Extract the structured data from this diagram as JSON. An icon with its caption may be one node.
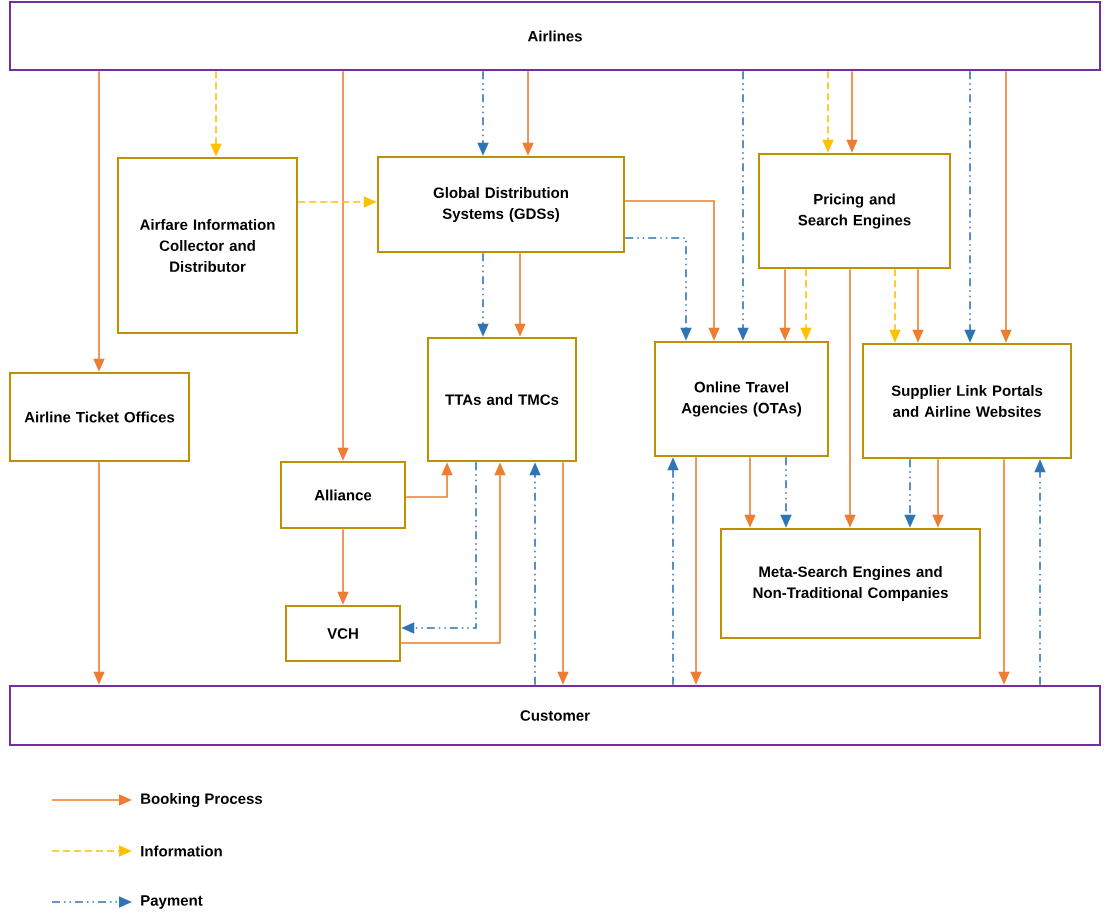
{
  "diagram": {
    "nodes": [
      {
        "text": [
          "Airlines"
        ]
      },
      {
        "text": [
          "Airfare Information Collector and Distributor"
        ]
      },
      {
        "text": [
          "Global Distribution Systems (GDSs)"
        ]
      },
      {
        "text": [
          "Pricing and Search Engines"
        ]
      },
      {
        "text": [
          "Airline Ticket Offices"
        ]
      },
      {
        "text": [
          "TTAs and TMCs"
        ]
      },
      {
        "text": [
          "Online Travel Agencies (OTAs)"
        ]
      },
      {
        "text": [
          "Supplier Link Portals and Airline Websites"
        ]
      },
      {
        "text": [
          "Alliance"
        ]
      },
      {
        "text": [
          "VCH"
        ]
      },
      {
        "text": [
          "Meta-Search Engines and Non-Traditional Companies"
        ]
      },
      {
        "text": [
          "Customer"
        ]
      }
    ],
    "edges": [
      {
        "from": 0,
        "to": 4,
        "arrow": "to"
      },
      {
        "from": 0,
        "to": 8,
        "arrow": "to"
      },
      {
        "from": 0,
        "to": 2,
        "arrow": "to"
      },
      {
        "from": 0,
        "to": 3,
        "arrow": "to"
      },
      {
        "from": 0,
        "to": 7,
        "arrow": "to"
      },
      {
        "from": 2,
        "to": 5,
        "arrow": "to"
      },
      {
        "from": 2,
        "to": 6,
        "arrow": "to"
      },
      {
        "from": 3,
        "to": 6,
        "arrow": "to"
      },
      {
        "from": 3,
        "to": 7,
        "arrow": "to"
      },
      {
        "from": 3,
        "to": 10,
        "arrow": "to"
      },
      {
        "from": 6,
        "to": 10,
        "arrow": "to"
      },
      {
        "from": 7,
        "to": 10,
        "arrow": "to"
      },
      {
        "from": 8,
        "to": 5,
        "arrow": "to"
      },
      {
        "from": 8,
        "to": 9,
        "arrow": "to"
      },
      {
        "from": 9,
        "to": 5,
        "arrow": "to"
      },
      {
        "from": 4,
        "to": 11,
        "arrow": "to"
      },
      {
        "from": 5,
        "to": 11,
        "arrow": "to"
      },
      {
        "from": 6,
        "to": 11,
        "arrow": "to"
      },
      {
        "from": 7,
        "to": 11,
        "arrow": "to"
      },
      {
        "from": 0,
        "to": 1,
        "arrow": "to",
        "style": "dashed",
        "color": "#ffc000"
      },
      {
        "from": 1,
        "to": 2,
        "arrow": "to",
        "style": "dashed",
        "color": "#ffc000"
      },
      {
        "from": 0,
        "to": 3,
        "arrow": "to",
        "style": "dashed",
        "color": "#ffc000"
      },
      {
        "from": 3,
        "to": 6,
        "arrow": "to",
        "style": "dashed",
        "color": "#ffc000"
      },
      {
        "from": 3,
        "to": 7,
        "arrow": "to",
        "style": "dashed",
        "color": "#ffc000"
      },
      {
        "from": 0,
        "to": 2,
        "arrow": "to",
        "style": "dashed",
        "color": "#2e75b6"
      },
      {
        "from": 0,
        "to": 6,
        "arrow": "to",
        "style": "dashed",
        "color": "#2e75b6"
      },
      {
        "from": 0,
        "to": 7,
        "arrow": "to",
        "style": "dashed",
        "color": "#2e75b6"
      },
      {
        "from": 2,
        "to": 5,
        "arrow": "to",
        "style": "dashed",
        "color": "#2e75b6"
      },
      {
        "from": 2,
        "to": 6,
        "arrow": "to",
        "style": "dashed",
        "color": "#2e75b6"
      },
      {
        "from": 6,
        "to": 10,
        "arrow": "to",
        "style": "dashed",
        "color": "#2e75b6"
      },
      {
        "from": 7,
        "to": 10,
        "arrow": "to",
        "style": "dashed",
        "color": "#2e75b6"
      },
      {
        "from": 5,
        "to": 9,
        "arrow": "to",
        "style": "dashed",
        "color": "#2e75b6"
      },
      {
        "from": 11,
        "to": 5,
        "arrow": "to",
        "style": "dashed",
        "color": "#2e75b6"
      },
      {
        "from": 11,
        "to": 6,
        "arrow": "to",
        "style": "dashed",
        "color": "#2e75b6"
      },
      {
        "from": 11,
        "to": 7,
        "arrow": "to",
        "style": "dashed",
        "color": "#2e75b6"
      }
    ],
    "legend": [
      {
        "text": "Booking Process"
      },
      {
        "text": "Information"
      },
      {
        "text": "Payment"
      }
    ]
  }
}
